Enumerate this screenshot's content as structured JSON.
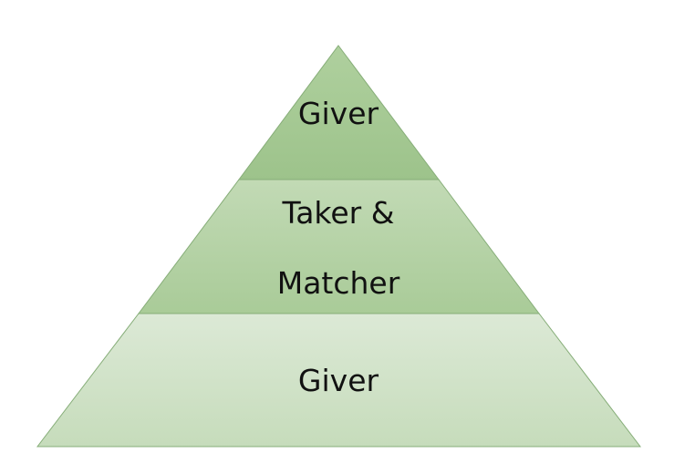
{
  "pyramid": {
    "tiers": [
      {
        "lines": [
          "Giver"
        ],
        "fill": "#a5c893"
      },
      {
        "lines": [
          "Taker &",
          "Matcher"
        ],
        "fill": "#b6d3a6"
      },
      {
        "lines": [
          "Giver"
        ],
        "fill": "#d3e4cc"
      }
    ],
    "stroke": "#7ea872"
  }
}
